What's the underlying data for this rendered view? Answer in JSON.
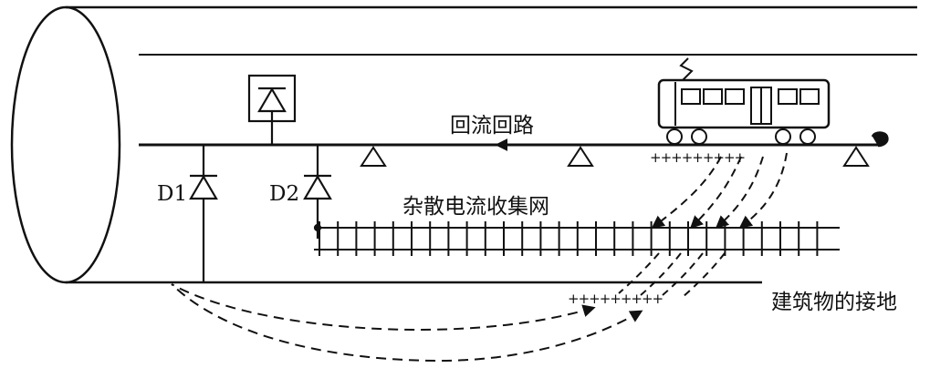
{
  "labels": {
    "return_circuit": "回流回路",
    "stray_current_collection_net": "杂散电流收集网",
    "building_grounding": "建筑物的接地",
    "diode_d1": "D1",
    "diode_d2": "D2"
  },
  "charge_marks": {
    "under_train": "+++++++++",
    "near_ground": "+++++++++"
  }
}
